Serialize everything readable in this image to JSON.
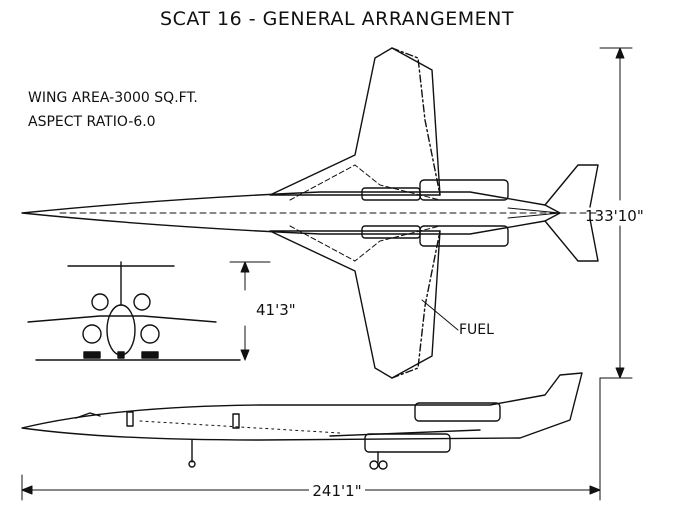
{
  "title": "SCAT 16 - GENERAL ARRANGEMENT",
  "specs": {
    "wing_area": "WING AREA-3000 SQ.FT.",
    "aspect_ratio": "ASPECT RATIO-6.0"
  },
  "dimensions": {
    "span": "133'10\"",
    "height": "41'3\"",
    "length": "241'1\""
  },
  "callouts": {
    "fuel": "FUEL"
  },
  "colors": {
    "ink": "#111111",
    "background": "#ffffff"
  }
}
